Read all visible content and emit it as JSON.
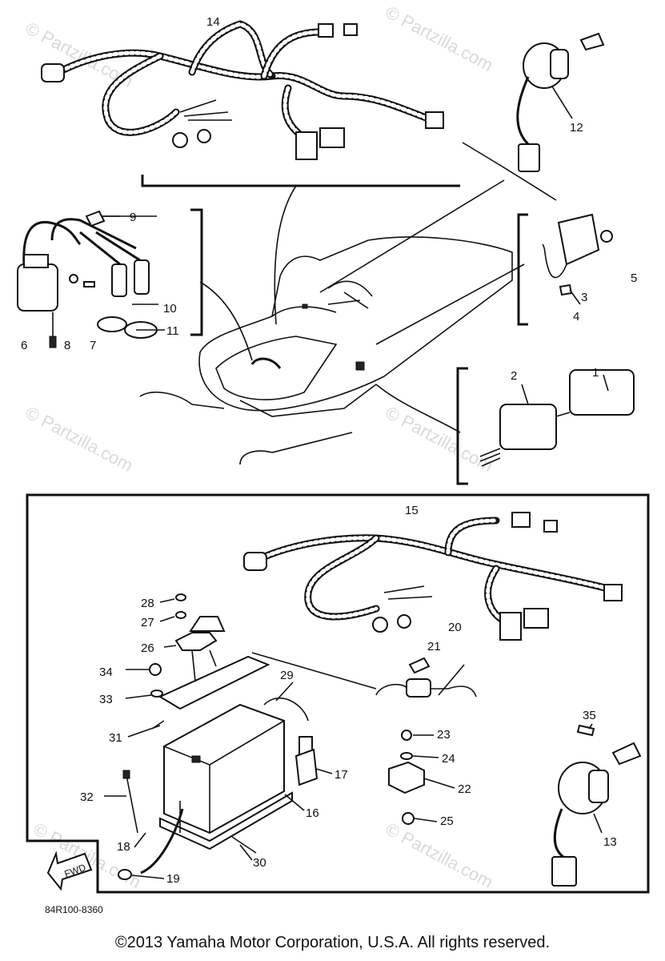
{
  "watermark": "© Partzilla.com",
  "diagram_code": "84R100-8360",
  "copyright": "©2013 Yamaha Motor Corporation, U.S.A. All rights reserved.",
  "fwd_label": "FWD",
  "callouts": {
    "c1": "1",
    "c2": "2",
    "c3": "3",
    "c4": "4",
    "c5": "5",
    "c6": "6",
    "c7": "7",
    "c8": "8",
    "c9": "9",
    "c10": "10",
    "c11": "11",
    "c12": "12",
    "c13": "13",
    "c14": "14",
    "c15": "15",
    "c16": "16",
    "c17": "17",
    "c18": "18",
    "c19": "19",
    "c20": "20",
    "c21": "21",
    "c22": "22",
    "c23": "23",
    "c24": "24",
    "c25": "25",
    "c26": "26",
    "c27": "27",
    "c28": "28",
    "c29": "29",
    "c30": "30",
    "c31": "31",
    "c32": "32",
    "c33": "33",
    "c34": "34",
    "c35": "35"
  }
}
